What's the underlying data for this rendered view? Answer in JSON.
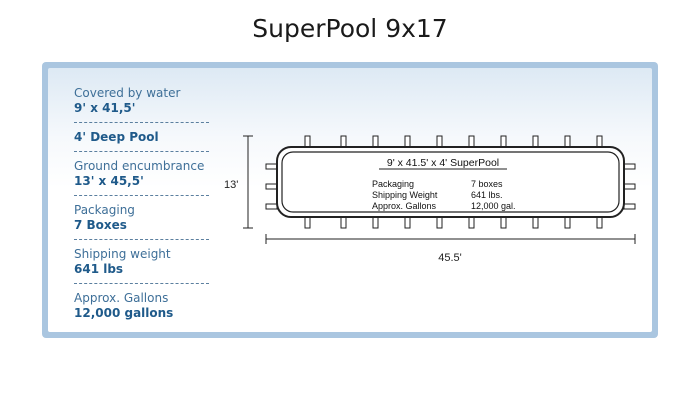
{
  "page": {
    "title": "SuperPool 9x17"
  },
  "specs": [
    {
      "label": "Covered by water",
      "value": "9' x 41,5'"
    },
    {
      "label": "",
      "value": "4' Deep Pool"
    },
    {
      "label": "Ground encumbrance",
      "value": "13' x 45,5'"
    },
    {
      "label": "Packaging",
      "value": "7 Boxes"
    },
    {
      "label": "Shipping weight",
      "value": "641 lbs"
    },
    {
      "label": "Approx. Gallons",
      "value": "12,000 gallons"
    }
  ],
  "diagram": {
    "pool_label": "9' x 41.5' x 4' SuperPool",
    "rows": [
      {
        "key": "Packaging",
        "value": "7 boxes"
      },
      {
        "key": "Shipping Weight",
        "value": "641 lbs."
      },
      {
        "key": "Approx. Gallons",
        "value": "12,000 gal."
      }
    ],
    "height_label": "13'",
    "width_label": "45.5'"
  },
  "colors": {
    "card_border": "#aac6e0",
    "label_text": "#3e6f98",
    "value_text": "#1f5a8a"
  }
}
